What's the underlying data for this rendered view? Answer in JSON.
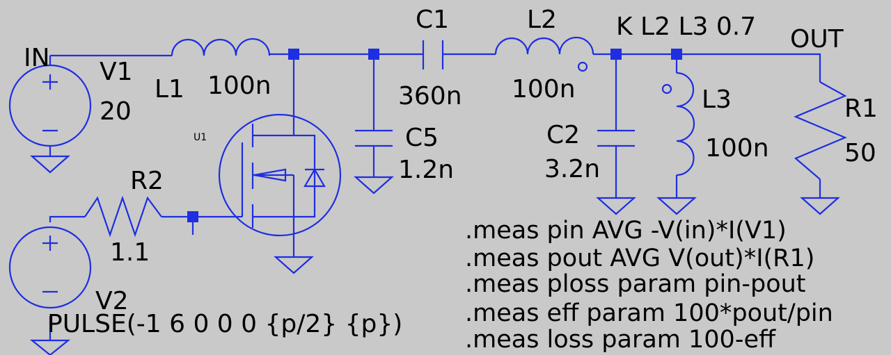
{
  "net_labels": {
    "in": "IN",
    "out": "OUT"
  },
  "v1": {
    "name": "V1",
    "value": "20"
  },
  "l1": {
    "name": "L1",
    "value": "100n"
  },
  "c1": {
    "name": "C1",
    "value": "360n"
  },
  "l2": {
    "name": "L2",
    "value": "100n"
  },
  "c5": {
    "name": "C5",
    "value": "1.2n"
  },
  "c2": {
    "name": "C2",
    "value": "3.2n"
  },
  "l3": {
    "name": "L3",
    "value": "100n"
  },
  "r1": {
    "name": "R1",
    "value": "50"
  },
  "r2": {
    "name": "R2",
    "value": "1.1"
  },
  "u1": {
    "name": "U1"
  },
  "v2": {
    "name": "V2",
    "value": "PULSE(-1 6 0 0 0 {p/2} {p})"
  },
  "coupling": "K L2 L3 0.7",
  "directives": [
    ".meas pin AVG -V(in)*I(V1)",
    ".meas pout AVG V(out)*I(R1)",
    ".meas ploss param pin-pout",
    ".meas eff param 100*pout/pin",
    ".meas loss param 100-eff"
  ],
  "colors": {
    "background": "#c9c9c9",
    "wire": "#1e2ee0",
    "text": "#000000"
  }
}
